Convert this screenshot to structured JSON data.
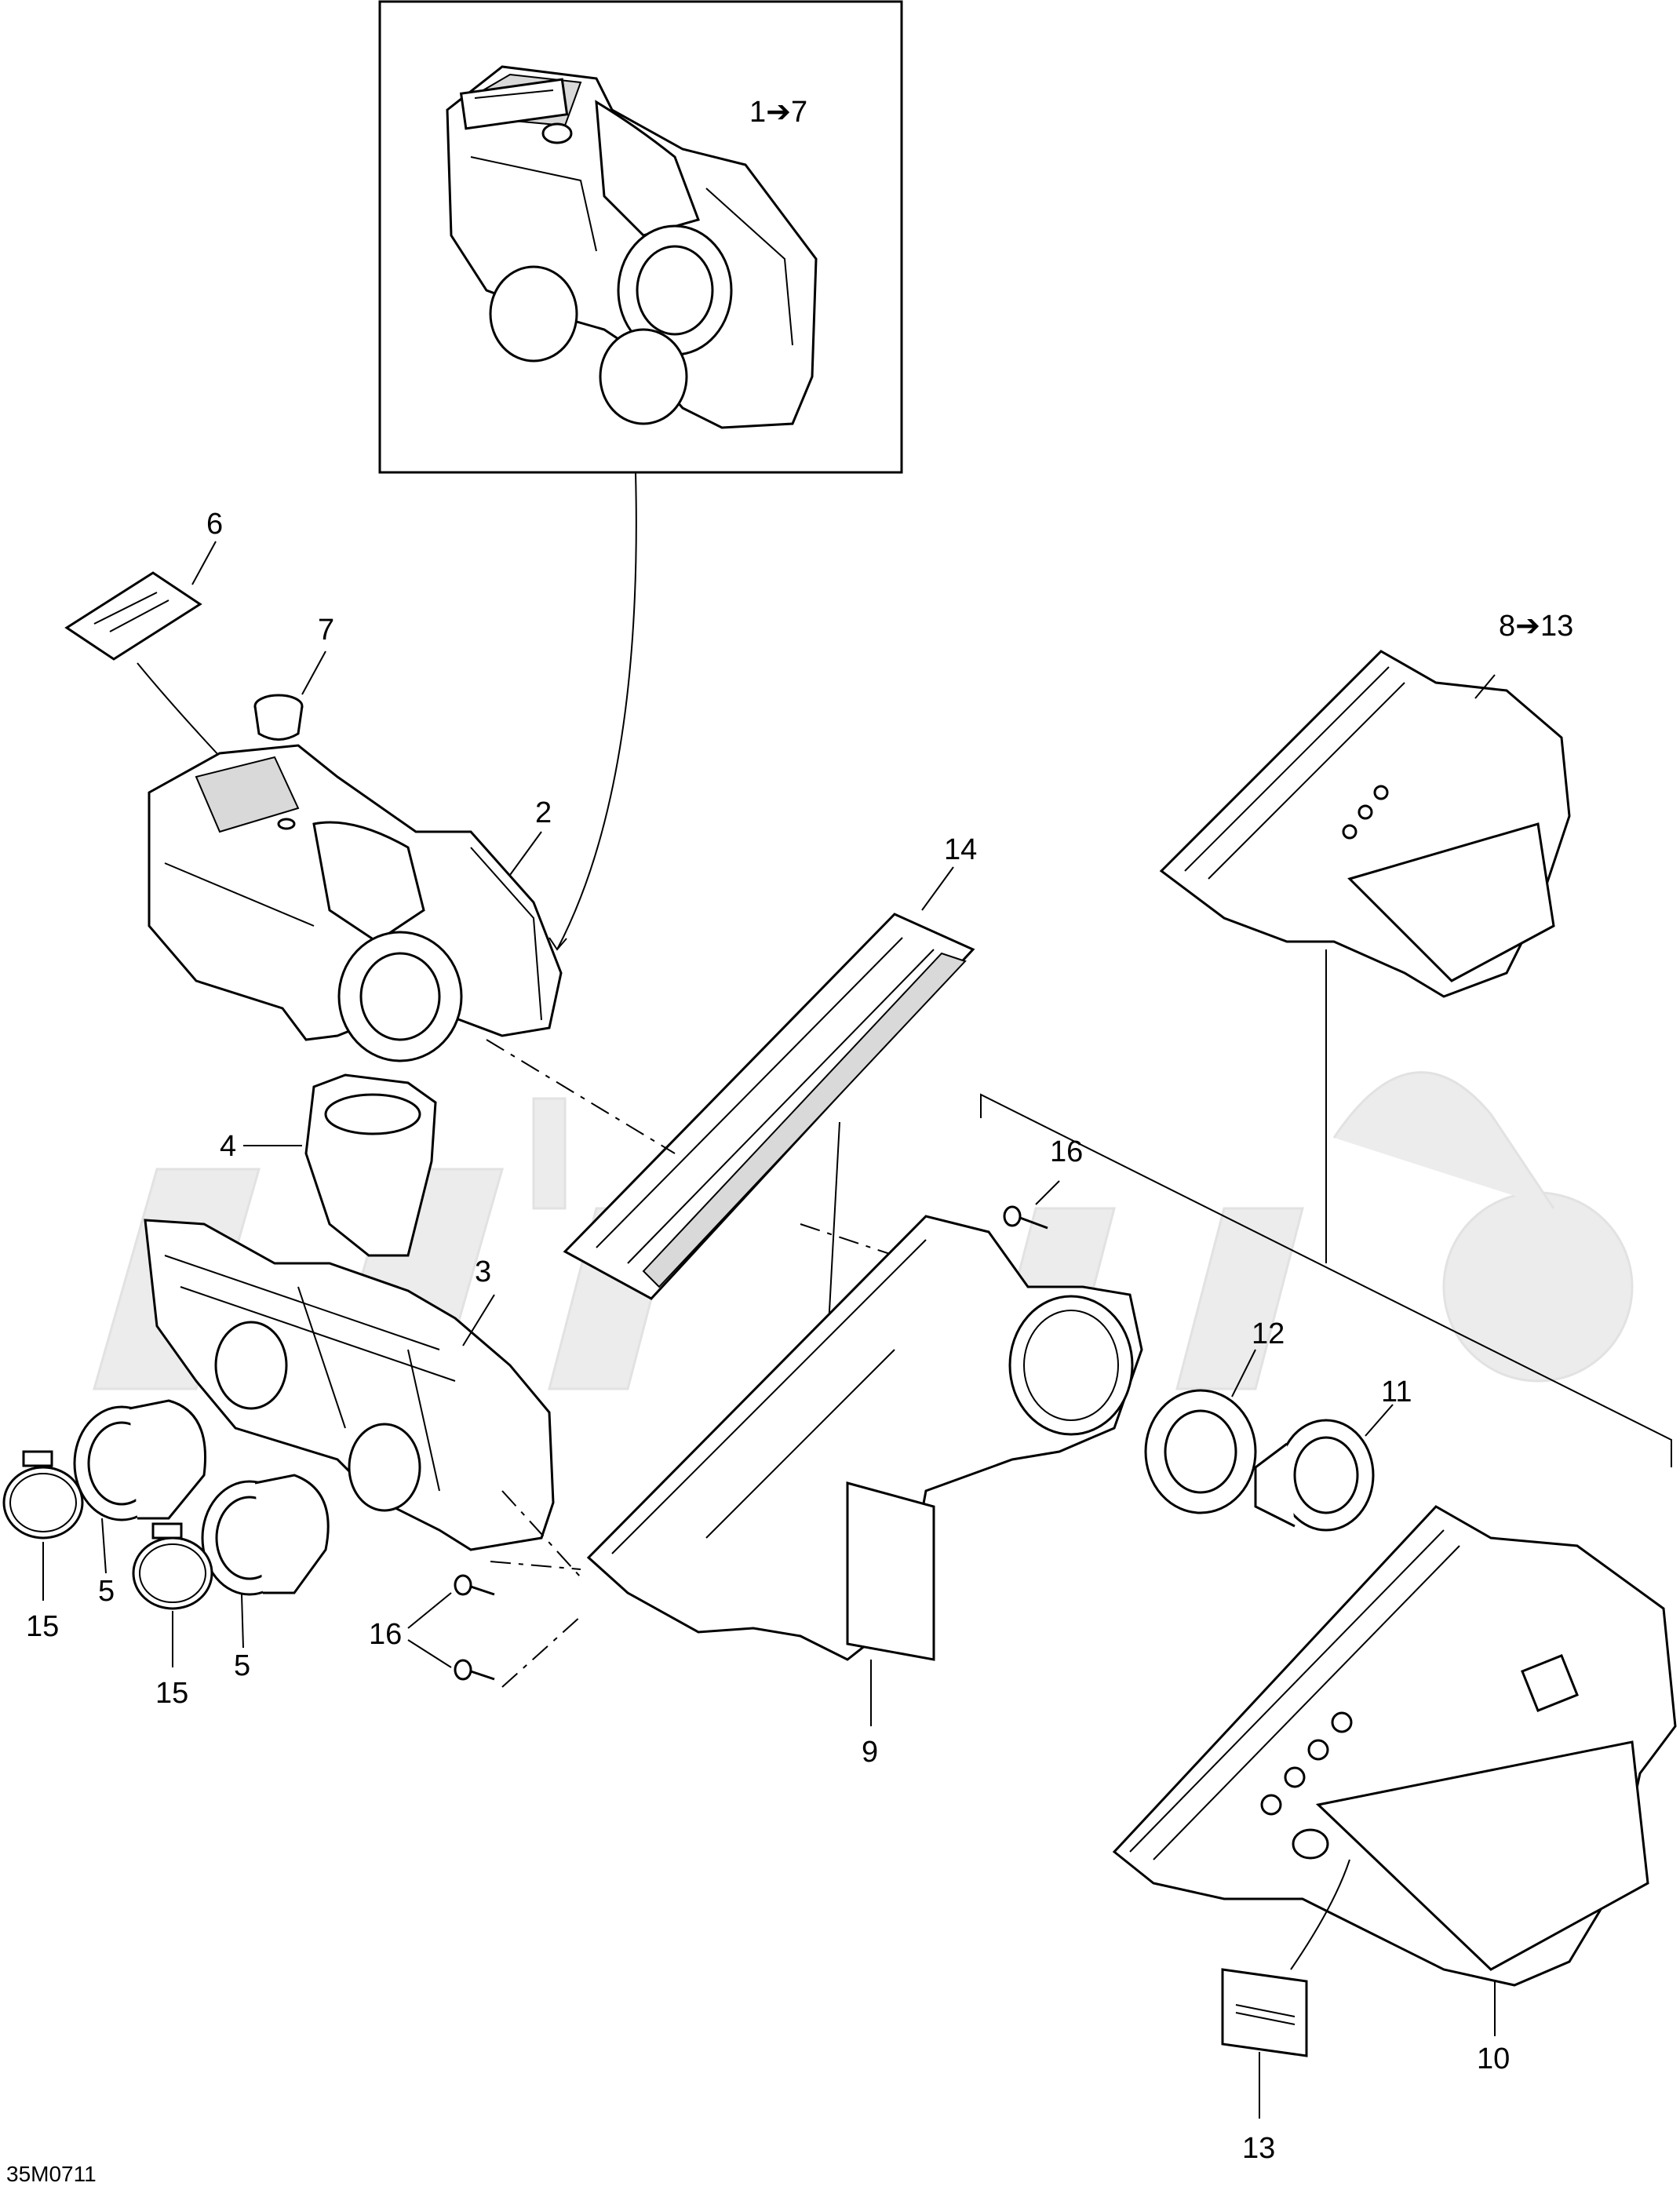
{
  "diagram": {
    "drawing_code": "35M0711",
    "callouts": [
      {
        "id": "c-1-7",
        "label": "1➔7"
      },
      {
        "id": "c-2",
        "label": "2"
      },
      {
        "id": "c-3",
        "label": "3"
      },
      {
        "id": "c-4",
        "label": "4"
      },
      {
        "id": "c-5a",
        "label": "5"
      },
      {
        "id": "c-5b",
        "label": "5"
      },
      {
        "id": "c-6",
        "label": "6"
      },
      {
        "id": "c-7",
        "label": "7"
      },
      {
        "id": "c-8-13",
        "label": "8➔13"
      },
      {
        "id": "c-9",
        "label": "9"
      },
      {
        "id": "c-10",
        "label": "10"
      },
      {
        "id": "c-11",
        "label": "11"
      },
      {
        "id": "c-12",
        "label": "12"
      },
      {
        "id": "c-13",
        "label": "13"
      },
      {
        "id": "c-14",
        "label": "14"
      },
      {
        "id": "c-15a",
        "label": "15"
      },
      {
        "id": "c-15b",
        "label": "15"
      },
      {
        "id": "c-16a",
        "label": "16"
      },
      {
        "id": "c-16b",
        "label": "16"
      }
    ]
  },
  "colors": {
    "line": "#000000",
    "background": "#ffffff",
    "watermark": "#ececec"
  }
}
